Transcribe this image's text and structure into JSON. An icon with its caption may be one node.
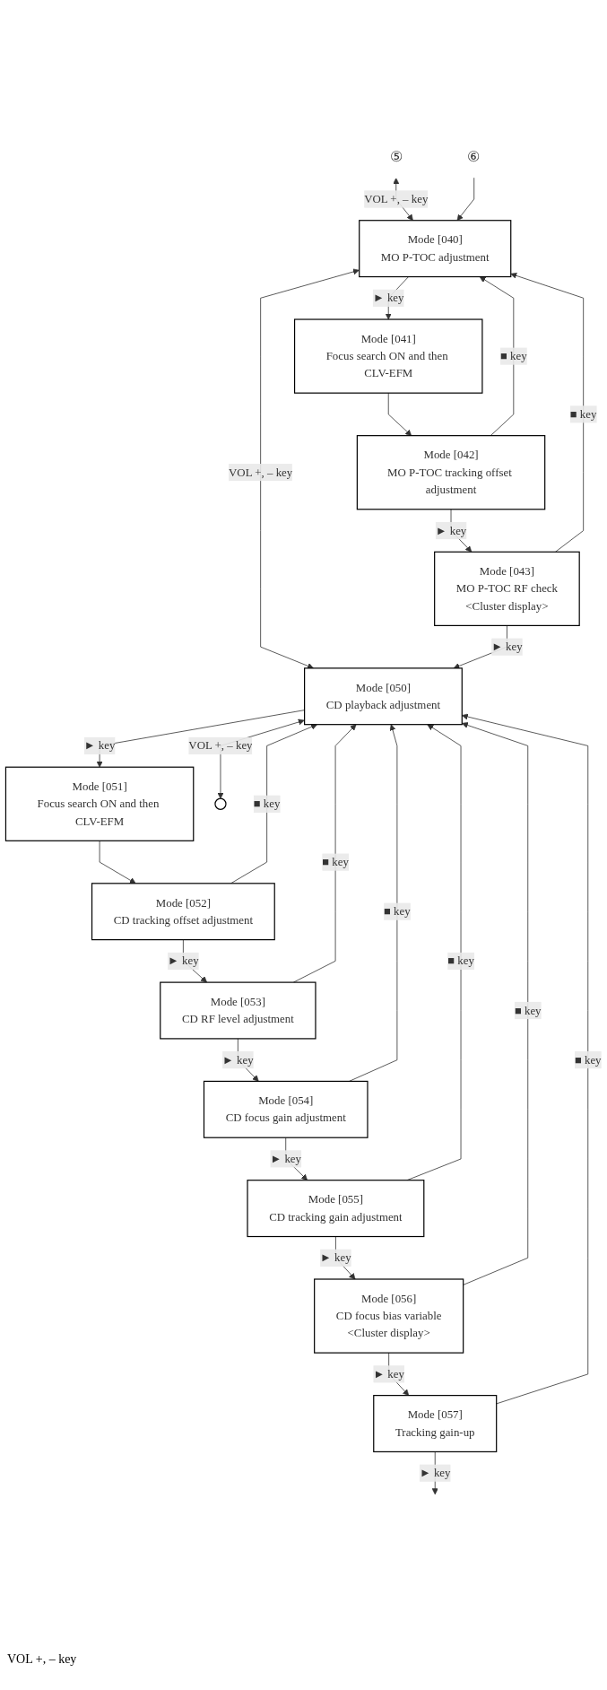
{
  "diagram": {
    "nodes": [
      {
        "text": [
          "⑤"
        ]
      },
      {
        "text": [
          "⑥"
        ]
      },
      {
        "text": [
          "Mode [040]",
          "MO P-TOC adjustment"
        ]
      },
      {
        "text": [
          "Mode [041]",
          "Focus search ON and then CLV-EFM"
        ]
      },
      {
        "text": [
          "Mode [042]",
          "MO P-TOC tracking offset adjustment"
        ]
      },
      {
        "text": [
          "Mode [043]",
          "MO P-TOC RF check",
          "<Cluster display>"
        ]
      },
      {
        "text": [
          "Mode [050]",
          "CD playback adjustment"
        ]
      },
      {
        "text": [
          "Mode [051]",
          "Focus search ON and then CLV-EFM"
        ]
      },
      {
        "text": [
          "Mode [052]",
          "CD tracking offset adjustment"
        ]
      },
      {
        "text": [
          "Mode [053]",
          "CD RF level adjustment"
        ]
      },
      {
        "text": [
          "Mode [054]",
          "CD focus gain adjustment"
        ]
      },
      {
        "text": [
          "Mode [055]",
          "CD tracking gain adjustment"
        ]
      },
      {
        "text": [
          "Mode [056]",
          "CD focus bias variable",
          "<Cluster display>"
        ]
      },
      {
        "text": [
          "Mode [057]",
          "Tracking gain-up"
        ]
      },
      {
        "text": [],
        "shape": "circle"
      }
    ],
    "edges": [
      {
        "from": 0,
        "to": 2,
        "arrow": "both",
        "label": "VOL +, – key"
      },
      {
        "from": 1,
        "to": 2,
        "arrow": "to"
      },
      {
        "from": 2,
        "to": 6,
        "arrow": "both",
        "label": "VOL +, – key"
      },
      {
        "from": 2,
        "to": 3,
        "arrow": "to",
        "label": "► key"
      },
      {
        "from": 3,
        "to": 4,
        "arrow": "to"
      },
      {
        "from": 4,
        "to": 2,
        "arrow": "to",
        "label": "■ key"
      },
      {
        "from": 4,
        "to": 5,
        "arrow": "to",
        "label": "► key"
      },
      {
        "from": 5,
        "to": 2,
        "arrow": "to",
        "label": "■ key"
      },
      {
        "from": 5,
        "to": 6,
        "arrow": "to",
        "label": "► key"
      },
      {
        "from": 6,
        "to": 14,
        "arrow": "both",
        "label": "VOL +, – key"
      },
      {
        "from": 6,
        "to": 7,
        "arrow": "to",
        "label": "► key"
      },
      {
        "from": 7,
        "to": 8,
        "arrow": "to"
      },
      {
        "from": 8,
        "to": 6,
        "arrow": "to",
        "label": "■ key"
      },
      {
        "from": 8,
        "to": 9,
        "arrow": "to",
        "label": "► key"
      },
      {
        "from": 9,
        "to": 6,
        "arrow": "to",
        "label": "■ key"
      },
      {
        "from": 9,
        "to": 10,
        "arrow": "to",
        "label": "► key"
      },
      {
        "from": 10,
        "to": 6,
        "arrow": "to",
        "label": "■ key"
      },
      {
        "from": 10,
        "to": 11,
        "arrow": "to",
        "label": "► key"
      },
      {
        "from": 11,
        "to": 6,
        "arrow": "to",
        "label": "■ key"
      },
      {
        "from": 11,
        "to": 12,
        "arrow": "to",
        "label": "► key"
      },
      {
        "from": 12,
        "to": 6,
        "arrow": "to",
        "label": "■ key"
      },
      {
        "from": 12,
        "to": 13,
        "arrow": "to",
        "label": "► key"
      },
      {
        "from": 13,
        "to": 6,
        "arrow": "to",
        "label": "■ key"
      },
      {
        "from": 13,
        "to": null,
        "arrow": "to",
        "label": "► key"
      }
    ],
    "labels": [
      "VOL +, – key"
    ]
  }
}
